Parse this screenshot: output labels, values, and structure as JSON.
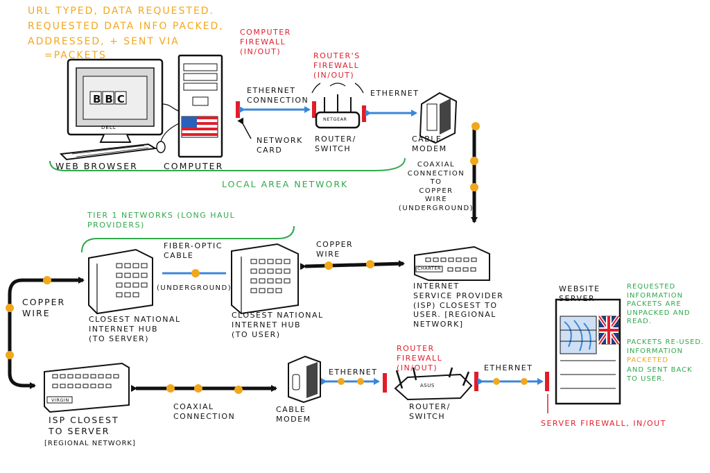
{
  "colors": {
    "orange": "#f2a71b",
    "green": "#2ea84a",
    "red": "#e11d2a",
    "blue": "#3a86d9",
    "ink": "#111111"
  },
  "notes": {
    "request_line1": "URL typed, data requested.",
    "request_line2": "Requested data info packed,",
    "request_line3": "addressed, + sent via",
    "request_line4": "=packets",
    "response_1": "Requested information packets are unpacked and read.",
    "response_2": "Packets re-used. Information",
    "response_3": "packeted",
    "response_4": "and sent back to user."
  },
  "monitor": {
    "screen_text": "BBC",
    "brand": "DELL"
  },
  "labels": {
    "web_browser": "Web browser",
    "computer": "Computer",
    "computer_firewall": "Computer\nfirewall\n(in/out)",
    "ethernet_connection": "Ethernet\nconnection",
    "network_card": "Network\ncard",
    "routers_firewall": "Router's\nfirewall\n(in/out)",
    "router_brand_top": "NETGEAR",
    "router_switch_top": "Router/\nswitch",
    "ethernet_top": "Ethernet",
    "cable_modem_top": "Cable\nmodem",
    "lan": "Local area network",
    "coax_to_copper": "Coaxial\nconnection\nto\ncopper\nwire\n(underground)",
    "tier1": "Tier 1 networks (long haul\nproviders)",
    "fiber_optic": "Fiber-optic\ncable",
    "underground": "(underground)",
    "copper_wire_mid": "Copper\nwire",
    "isp_user_sign": "CHARTER",
    "isp_user": "Internet\nservice provider\n(ISP) closest to\nuser. [Regional\nnetwork]",
    "hub_server": "Closest national\ninternet hub\n(to server)",
    "hub_user": "Closest national\ninternet hub\n(to user)",
    "copper_wire_left": "Copper\nwire",
    "website_server": "Website\nserver",
    "isp_server_sign": "VIRGIN",
    "isp_server": "ISP closest\nto server",
    "regional_network": "[Regional network]",
    "coaxial_connection": "Coaxial\nconnection",
    "cable_modem_bottom": "Cable\nmodem",
    "ethernet_bottom_left": "Ethernet",
    "router_firewall_bottom": "Router\nfirewall\n(in/out)",
    "router_brand_bottom": "ASUS",
    "router_switch_bottom": "Router/\nswitch",
    "ethernet_bottom_right": "Ethernet",
    "server_firewall": "Server firewall, in/out"
  }
}
